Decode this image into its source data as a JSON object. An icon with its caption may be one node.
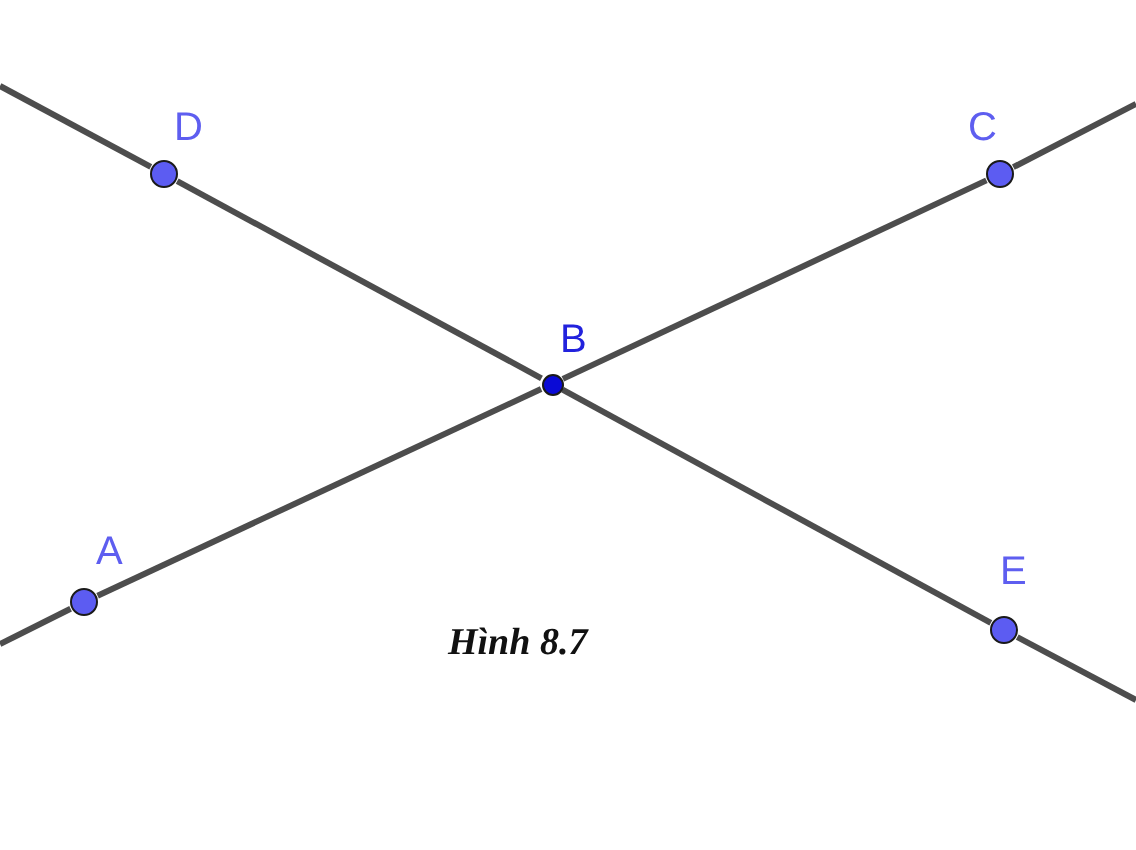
{
  "diagram": {
    "caption": "Hình 8.7",
    "nodes": [
      {
        "text": [
          "A"
        ]
      },
      {
        "text": [
          "B"
        ]
      },
      {
        "text": [
          "C"
        ]
      },
      {
        "text": [
          "D"
        ]
      },
      {
        "text": [
          "E"
        ]
      }
    ],
    "edges": [
      {
        "from": 0,
        "to": 1,
        "arrow": "none"
      },
      {
        "from": 1,
        "to": 2,
        "arrow": "none"
      },
      {
        "from": 3,
        "to": 1,
        "arrow": "none"
      },
      {
        "from": 1,
        "to": 4,
        "arrow": "none"
      },
      {
        "from": null,
        "to": 0,
        "arrow": "none"
      },
      {
        "from": 2,
        "to": null,
        "arrow": "none"
      },
      {
        "from": null,
        "to": 3,
        "arrow": "none"
      },
      {
        "from": 4,
        "to": null,
        "arrow": "none"
      }
    ]
  }
}
